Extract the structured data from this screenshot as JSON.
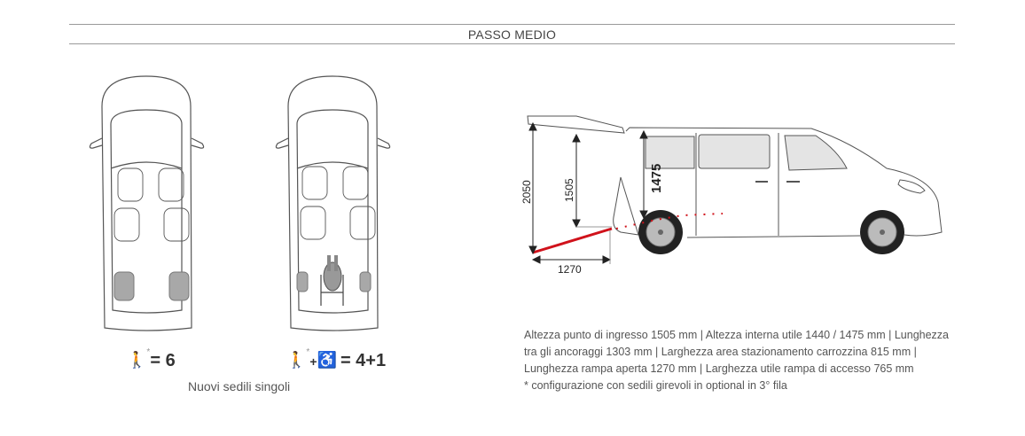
{
  "header": {
    "title": "PASSO MEDIO"
  },
  "configs": [
    {
      "formula": "= 6",
      "asterisk": "*"
    },
    {
      "formula": "= 4+1",
      "asterisk": "*",
      "plus": "+"
    }
  ],
  "caption": "Nuovi sedili singoli",
  "van_diagram": {
    "dim_total_height": "2050",
    "dim_entry_height": "1505",
    "dim_internal_height": "1475",
    "dim_ramp_length": "1270",
    "ramp_color": "#d0121b"
  },
  "description": {
    "specs": "Altezza punto di ingresso 1505 mm | Altezza interna utile 1440 / 1475 mm | Lunghezza tra gli ancoraggi 1303 mm | Larghezza area stazionamento carrozzina 815 mm | Lunghezza rampa aperta 1270 mm | Larghezza utile rampa di accesso 765 mm",
    "footnote": "* configurazione con sedili girevoli in optional in 3° fila"
  }
}
